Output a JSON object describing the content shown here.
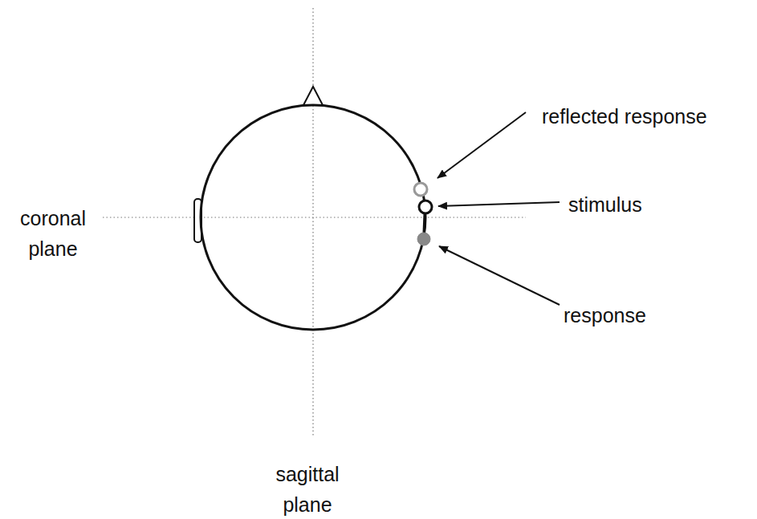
{
  "diagram": {
    "labels": [
      "reflected response",
      "stimulus",
      "response",
      "coronal plane",
      "sagittal plane"
    ]
  }
}
